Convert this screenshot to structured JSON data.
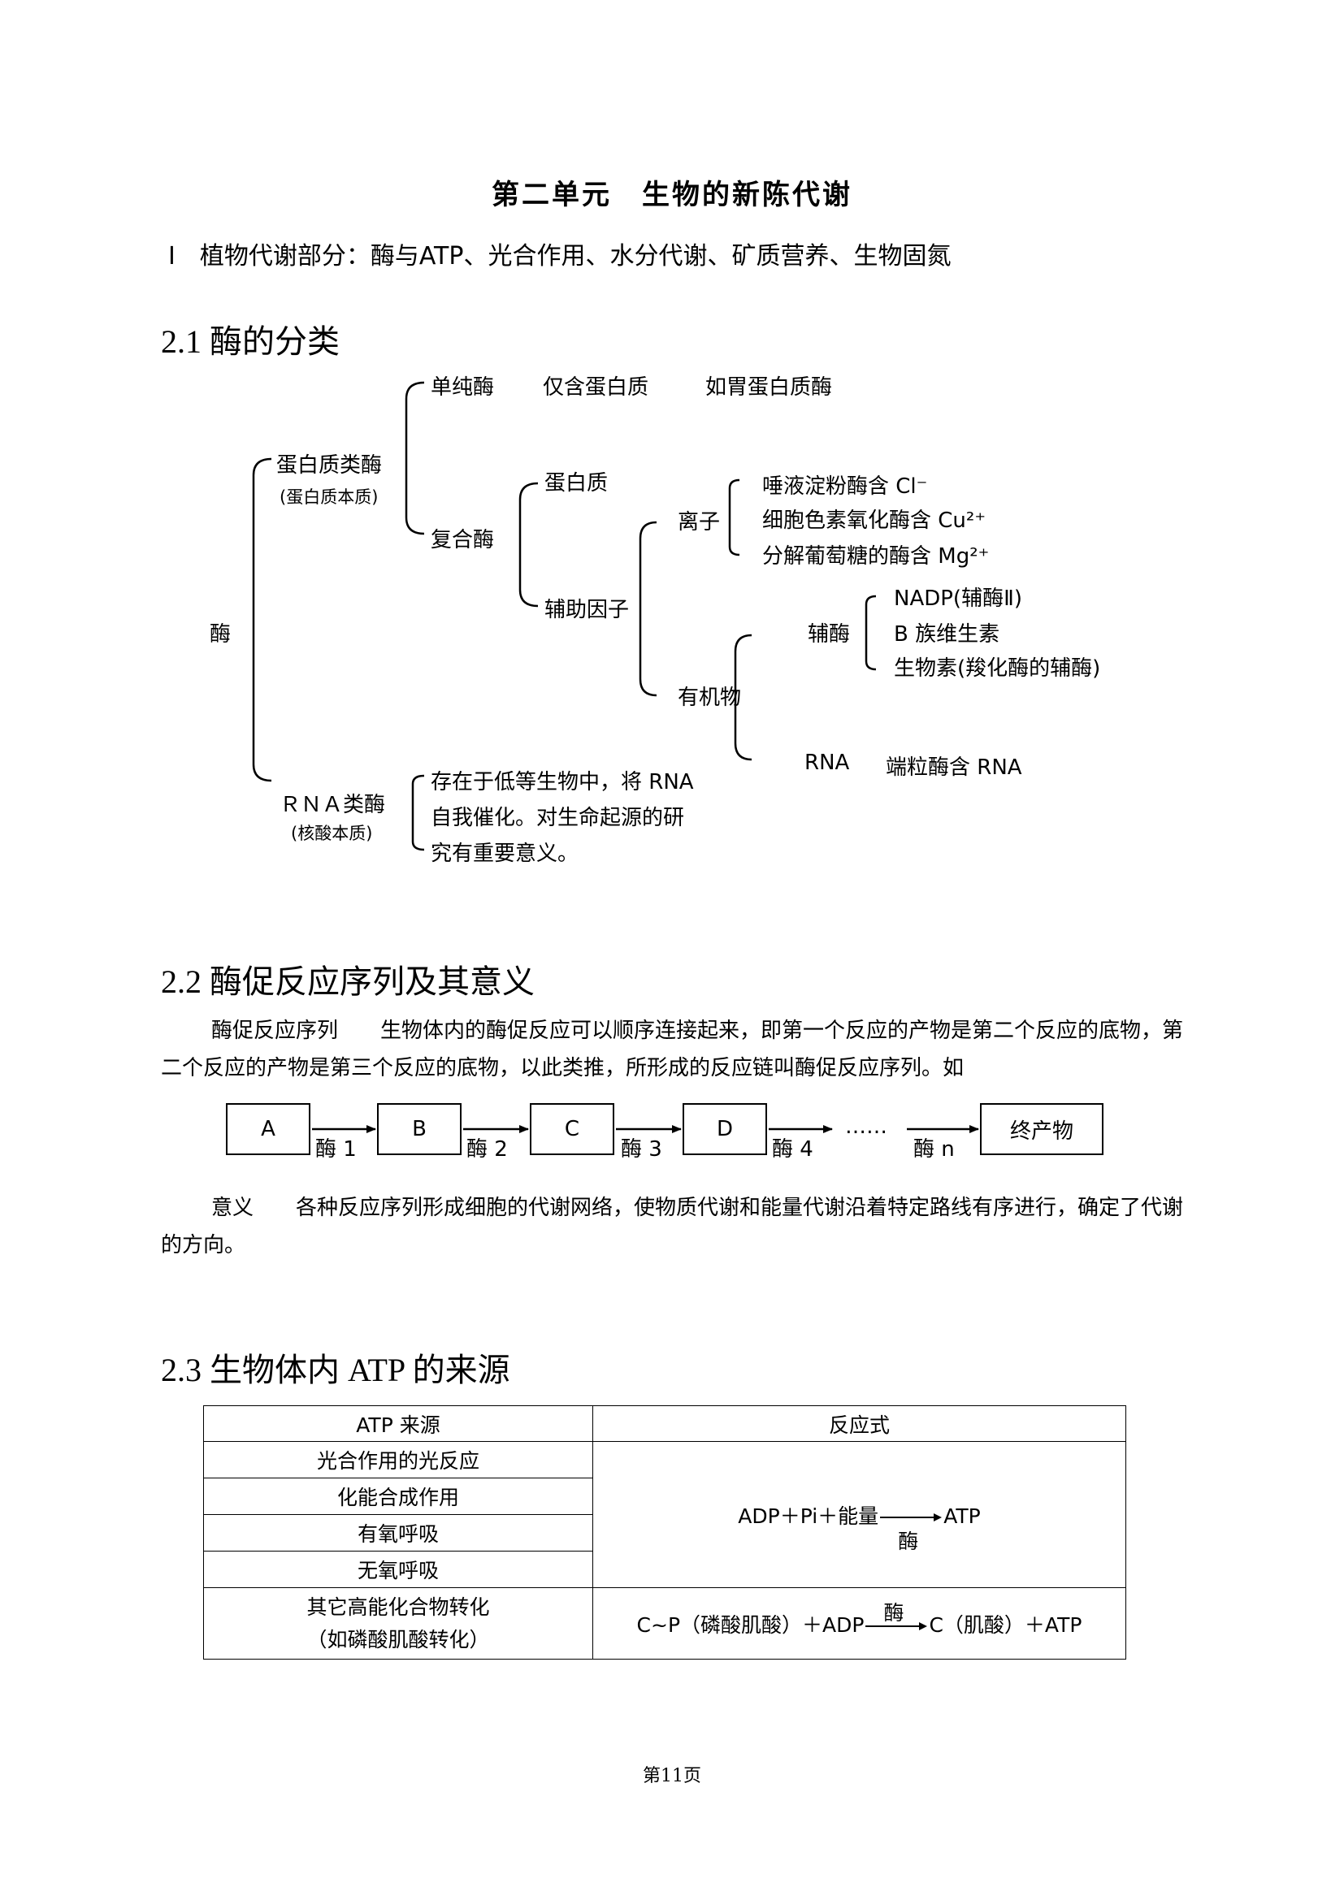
{
  "unit_title": "第二单元　生物的新陈代谢",
  "unit_subtitle": "Ⅰ　植物代谢部分：酶与ATP、光合作用、水分代谢、矿质营养、生物固氮",
  "section_2_1": {
    "heading": "2.1 酶的分类",
    "root": "酶",
    "protein_enzyme": "蛋白质类酶",
    "protein_enzyme_note": "(蛋白质本质)",
    "simple_enzyme": "单纯酶",
    "simple_desc": "仅含蛋白质",
    "simple_example": "如胃蛋白质酶",
    "compound_enzyme": "复合酶",
    "protein": "蛋白质",
    "cofactor": "辅助因子",
    "ion": "离子",
    "ion_1": "唾液淀粉酶含 Cl⁻",
    "ion_2": "细胞色素氧化酶含 Cu²⁺",
    "ion_3": "分解葡萄糖的酶含 Mg²⁺",
    "organic": "有机物",
    "coenzyme": "辅酶",
    "co_1": "NADP(辅酶Ⅱ)",
    "co_2": "B 族维生素",
    "co_3": "生物素(羧化酶的辅酶)",
    "rna": "RNA",
    "rna_desc": "端粒酶含 RNA",
    "rna_enzyme": "ＲＮＡ类酶",
    "rna_enzyme_note": "(核酸本质)",
    "rna_line_1": "存在于低等生物中，将 RNA",
    "rna_line_2": "自我催化。对生命起源的研",
    "rna_line_3": "究有重要意义。"
  },
  "section_2_2": {
    "heading": "2.2 酶促反应序列及其意义",
    "para1_term": "酶促反应序列",
    "para1_text": "生物体内的酶促反应可以顺序连接起来，即第一个反应的产物是第二个反应的底物，第二个反应的产物是第三个反应的底物，以此类推，所形成的反应链叫酶促反应序列。如",
    "flow": {
      "boxes": [
        "A",
        "B",
        "C",
        "D",
        "终产物"
      ],
      "enzymes": [
        "酶 1",
        "酶 2",
        "酶 3",
        "酶 4",
        "酶 n"
      ],
      "ellipsis": "……"
    },
    "para2_term": "意义",
    "para2_text": "各种反应序列形成细胞的代谢网络，使物质代谢和能量代谢沿着特定路线有序进行，确定了代谢的方向。"
  },
  "section_2_3": {
    "heading": "2.3 生物体内 ATP 的来源",
    "col_source": "ATP 来源",
    "col_reaction": "反应式",
    "sources": [
      "光合作用的光反应",
      "化能合成作用",
      "有氧呼吸",
      "无氧呼吸"
    ],
    "reaction_1_left": "ADP＋Pi＋能量",
    "reaction_1_right": "ATP",
    "reaction_1_catalyst": "酶",
    "source_5_line1": "其它高能化合物转化",
    "source_5_line2": "（如磷酸肌酸转化）",
    "reaction_2_left": "C~P（磷酸肌酸）＋ADP",
    "reaction_2_right": "C（肌酸）＋ATP",
    "reaction_2_catalyst": "酶"
  },
  "page_number": "第11页"
}
